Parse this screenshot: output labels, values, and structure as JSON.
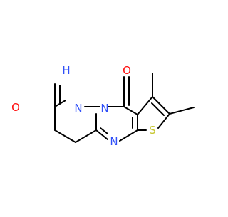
{
  "molecule": {
    "atoms": {
      "oxygen_top": "O",
      "oxygen_left": "O",
      "nitrogen_nh": "N",
      "hydrogen_nh": "H",
      "nitrogen_bridge": "N",
      "nitrogen_ring": "N",
      "sulfur": "S"
    },
    "colors": {
      "bond": "#000000",
      "oxygen": "#ff0d0d",
      "nitrogen": "#3050f8",
      "sulfur": "#c6c630",
      "background": "#ffffff"
    }
  }
}
